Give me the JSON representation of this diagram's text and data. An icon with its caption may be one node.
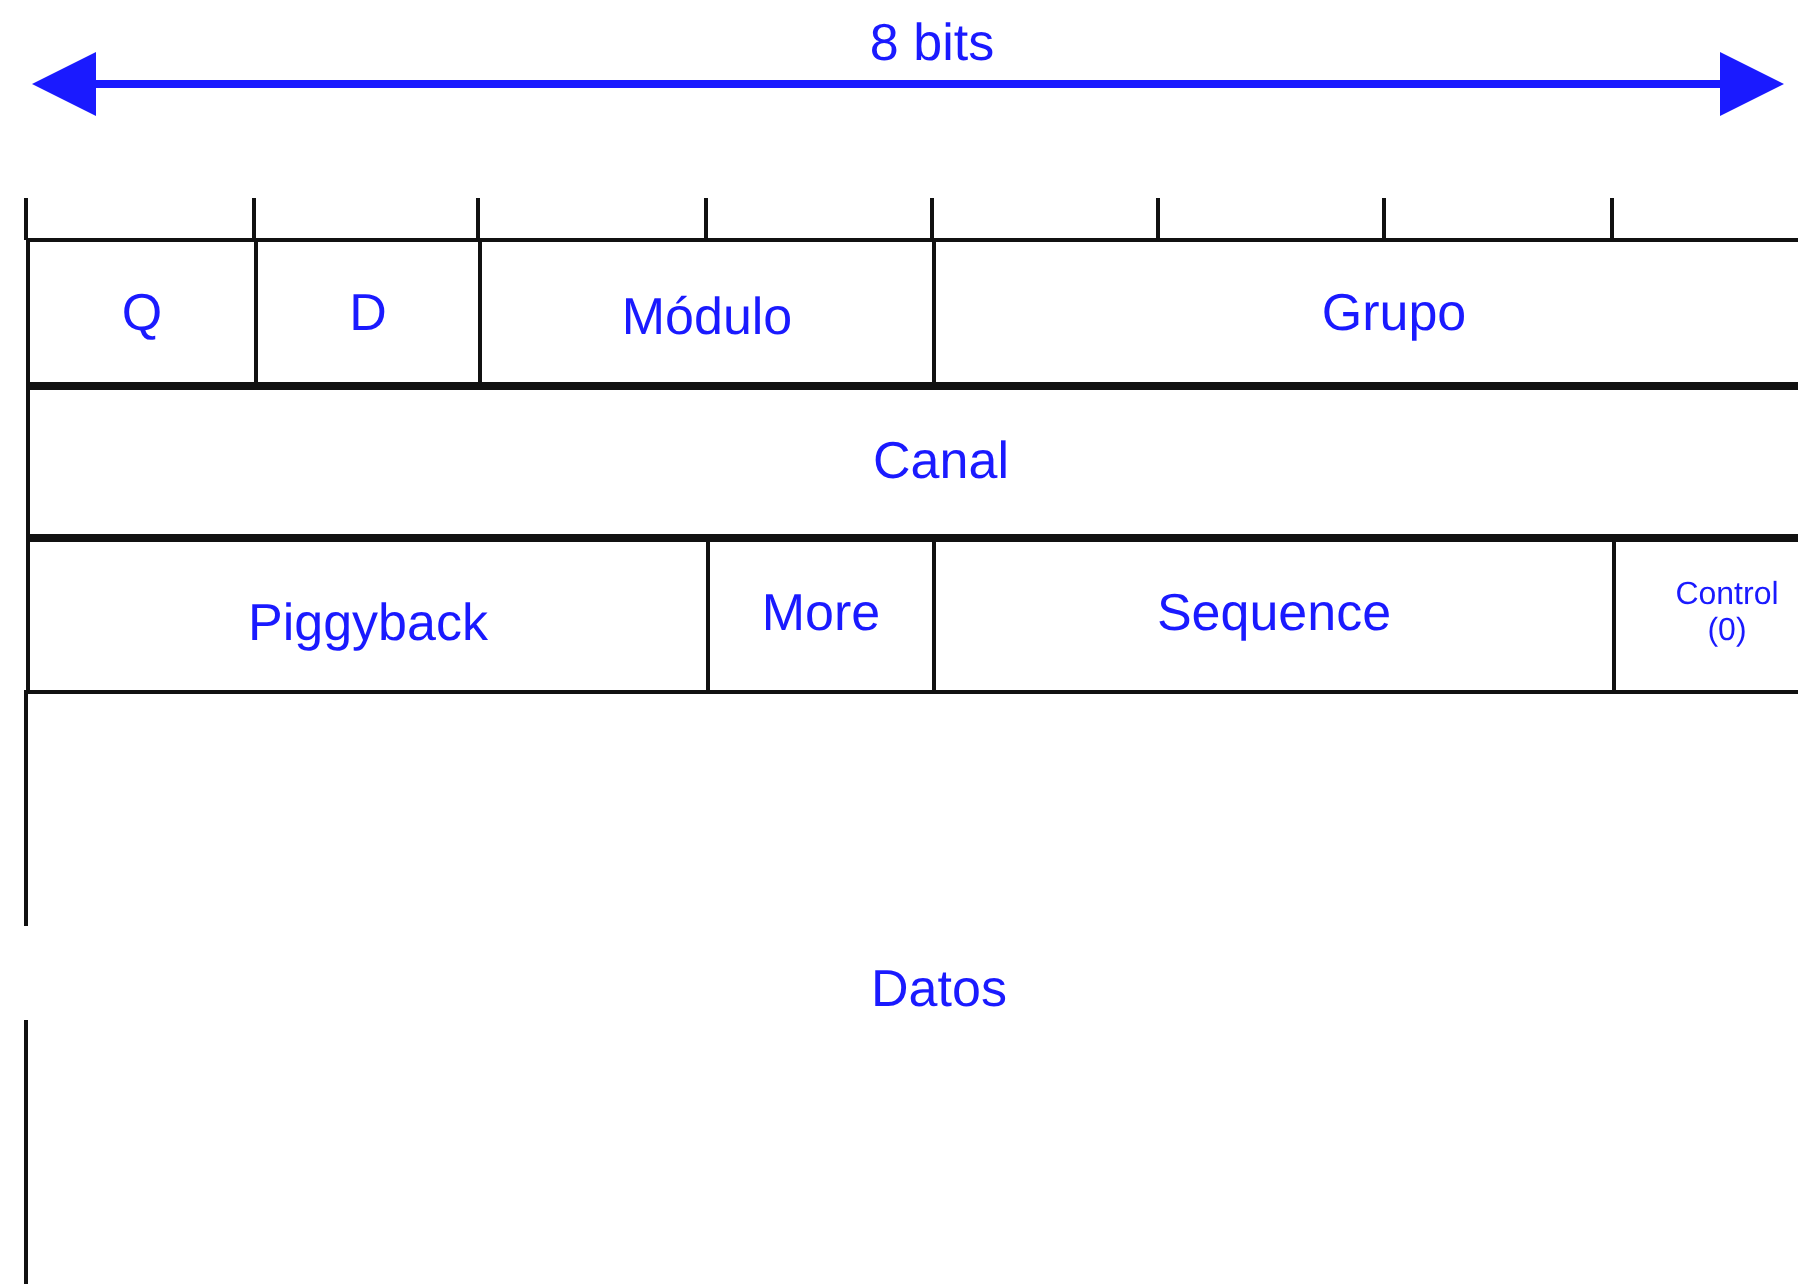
{
  "diagram": {
    "nodes": [
      {
        "text": [
          "Q"
        ]
      },
      {
        "text": [
          "D"
        ]
      },
      {
        "text": [
          "Módulo"
        ]
      },
      {
        "text": [
          "Grupo"
        ]
      },
      {
        "text": [
          "Canal"
        ]
      },
      {
        "text": [
          "Piggyback"
        ]
      },
      {
        "text": [
          "More"
        ]
      },
      {
        "text": [
          "Sequence"
        ]
      },
      {
        "text": [
          "Control (0)"
        ]
      },
      {
        "text": [
          "Datos"
        ]
      }
    ],
    "edges": [],
    "labels": [
      "8 bits"
    ]
  }
}
